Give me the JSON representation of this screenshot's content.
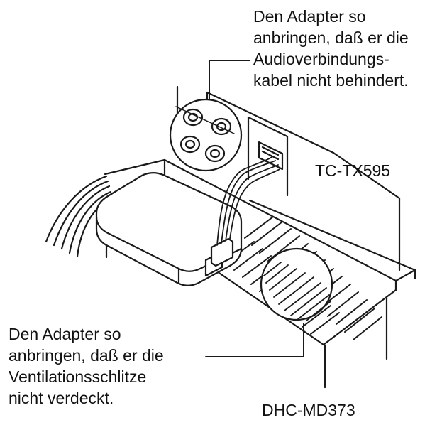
{
  "callouts": {
    "top": {
      "lines": [
        "Den Adapter so",
        "anbringen, daß er die",
        "Audioverbindungs-",
        "kabel nicht behindert."
      ]
    },
    "bottom": {
      "lines": [
        "Den Adapter so",
        "anbringen, daß er die",
        "Ventilationsschlitze",
        "nicht verdeckt."
      ]
    }
  },
  "models": {
    "upper": "TC-TX595",
    "lower": "DHC-MD373"
  },
  "colors": {
    "line": "#1a1a1a",
    "fill": "#ffffff",
    "shade": "#f2f2f2"
  }
}
